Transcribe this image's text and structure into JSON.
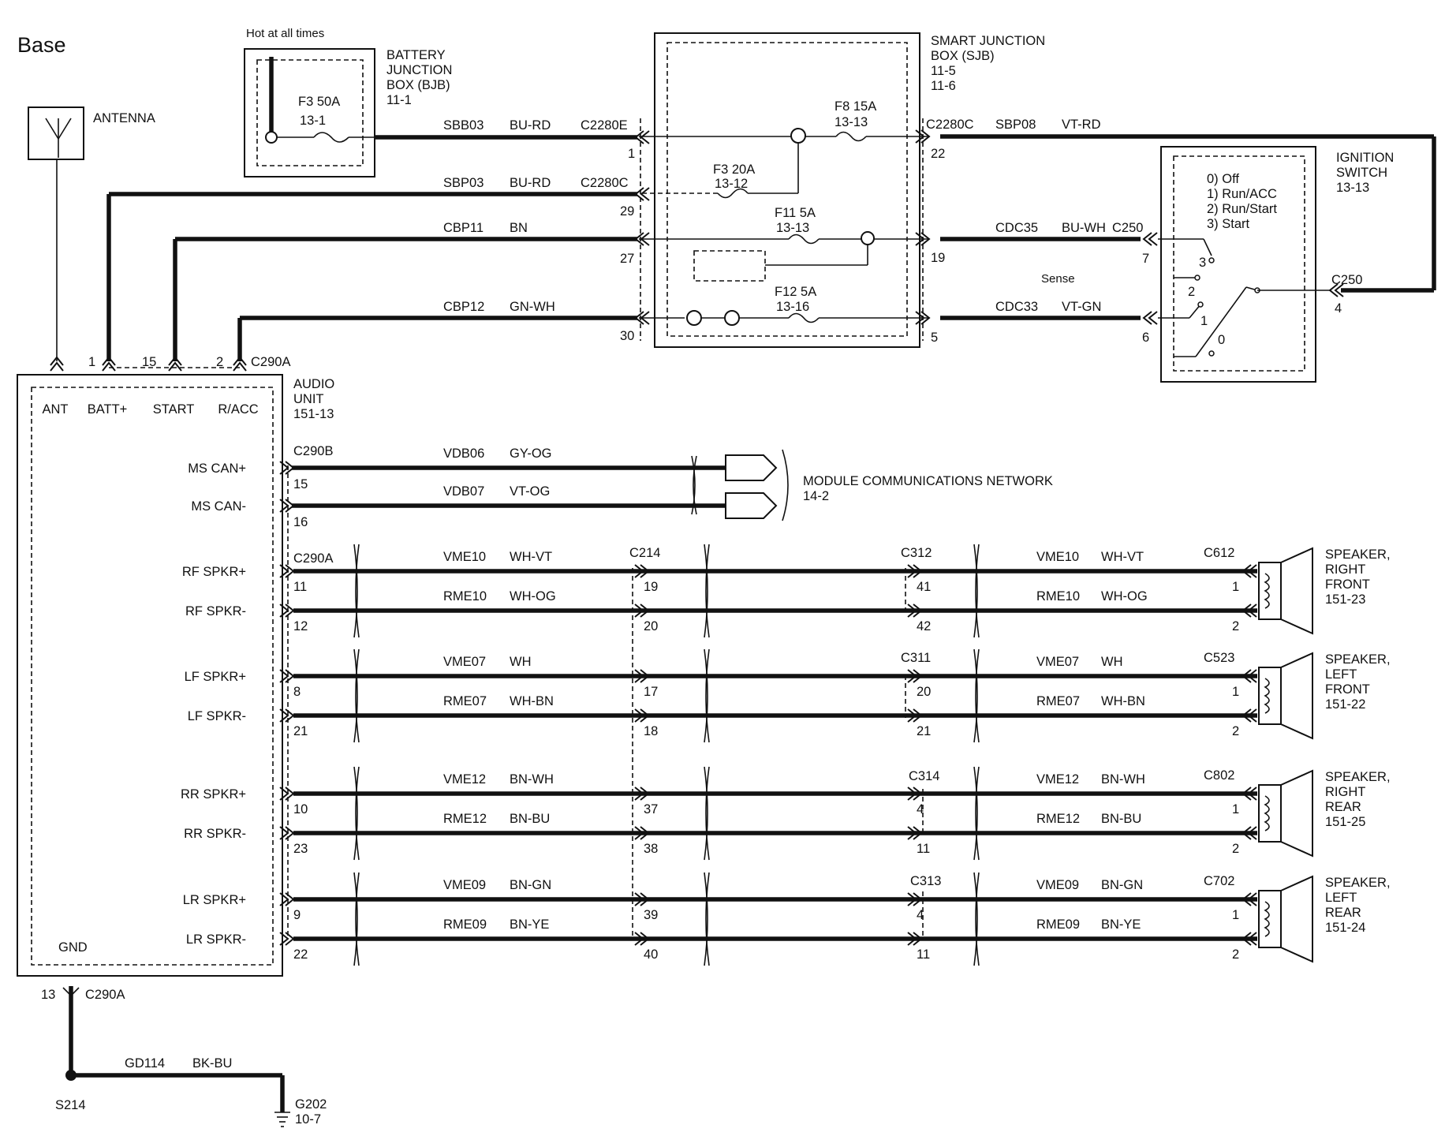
{
  "page": {
    "title": "Base"
  },
  "components": {
    "hot_label": "Hot at all times",
    "bjb": {
      "name": "BATTERY\nJUNCTION\nBOX (BJB)\n11-1",
      "fuse": "F3   50A",
      "fuse_ref": "13-1"
    },
    "sjb": {
      "name": "SMART  JUNCTION\nBOX (SJB)\n11-5\n11-6",
      "sense": "Sense",
      "fuses": [
        {
          "name": "F8  15A",
          "ref": "13-13"
        },
        {
          "name": "F3  20A",
          "ref": "13-12"
        },
        {
          "name": "F11  5A",
          "ref": "13-13"
        },
        {
          "name": "F12  5A",
          "ref": "13-16"
        }
      ]
    },
    "ignition": {
      "name": "IGNITION\nSWITCH\n13-13",
      "positions": [
        "0) Off",
        "1) Run/ACC",
        "2) Run/Start",
        "3) Start"
      ]
    },
    "antenna": {
      "name": "ANTENNA"
    },
    "audio_unit": {
      "name": "AUDIO\nUNIT\n151-13",
      "pins_top": [
        "ANT",
        "BATT+",
        "START",
        "R/ACC"
      ],
      "gnd": "GND"
    },
    "network": {
      "name": "MODULE COMMUNICATIONS NETWORK\n14-2"
    },
    "speakers": [
      {
        "name": "SPEAKER,\nRIGHT\nFRONT\n151-23",
        "connector": "C612"
      },
      {
        "name": "SPEAKER,\nLEFT\nFRONT\n151-22",
        "connector": "C523"
      },
      {
        "name": "SPEAKER,\nRIGHT\nREAR\n151-25",
        "connector": "C802"
      },
      {
        "name": "SPEAKER,\nLEFT\nREAR\n151-24",
        "connector": "C702"
      }
    ],
    "ground": {
      "splice": "S214",
      "point": "G202\n10-7"
    }
  },
  "top_circuits": [
    {
      "circuit": "SBB03",
      "color": "BU-RD",
      "connector": "C2280E",
      "pin": "1"
    },
    {
      "circuit": "SBP03",
      "color": "BU-RD",
      "connector": "C2280C",
      "pin": "29"
    },
    {
      "circuit": "CBP11",
      "color": "BN",
      "pin": "27"
    },
    {
      "circuit": "CBP12",
      "color": "GN-WH",
      "pin": "30"
    }
  ],
  "right_circuits": [
    {
      "circuit": "SBP08",
      "color": "VT-RD",
      "connector": "C2280C",
      "pin": "22",
      "far_connector": "C250",
      "far_pin": "4"
    },
    {
      "circuit": "CDC35",
      "color": "BU-WH",
      "connector": "C250",
      "pin": "19",
      "far_pin": "7"
    },
    {
      "circuit": "CDC33",
      "color": "VT-GN",
      "pin": "5",
      "far_pin": "6"
    }
  ],
  "switch_contacts": [
    "3",
    "2",
    "1",
    "0"
  ],
  "audio_top_pins": {
    "batt": "1",
    "start": "15",
    "racc": "2",
    "connector": "C290A"
  },
  "can_rows": [
    {
      "label": "MS CAN+",
      "circuit": "VDB06",
      "color": "GY-OG",
      "pin": "15"
    },
    {
      "label": "MS CAN-",
      "circuit": "VDB07",
      "color": "VT-OG",
      "pin": "16"
    }
  ],
  "can_connector": "C290B",
  "speaker_connectors": {
    "audio": "C290A",
    "mid": "C214"
  },
  "speaker_rows": [
    {
      "label": "RF SPKR+",
      "circuit": "VME10",
      "color": "WH-VT",
      "p1": "11",
      "p2": "19",
      "p3": "41",
      "p4": "1"
    },
    {
      "label": "RF SPKR-",
      "circuit": "RME10",
      "color": "WH-OG",
      "p1": "12",
      "p2": "20",
      "p3": "42",
      "p4": "2"
    },
    {
      "label": "LF SPKR+",
      "circuit": "VME07",
      "color": "WH",
      "p1": "8",
      "p2": "17",
      "p3": "20",
      "p4": "1"
    },
    {
      "label": "LF SPKR-",
      "circuit": "RME07",
      "color": "WH-BN",
      "p1": "21",
      "p2": "18",
      "p3": "21",
      "p4": "2"
    },
    {
      "label": "RR SPKR+",
      "circuit": "VME12",
      "color": "BN-WH",
      "p1": "10",
      "p2": "37",
      "p3": "4",
      "p4": "1"
    },
    {
      "label": "RR SPKR-",
      "circuit": "RME12",
      "color": "BN-BU",
      "p1": "23",
      "p2": "38",
      "p3": "11",
      "p4": "2"
    },
    {
      "label": "LR SPKR+",
      "circuit": "VME09",
      "color": "BN-GN",
      "p1": "9",
      "p2": "39",
      "p3": "4",
      "p4": "1"
    },
    {
      "label": "LR SPKR-",
      "circuit": "RME09",
      "color": "BN-YE",
      "p1": "22",
      "p2": "40",
      "p3": "11",
      "p4": "2"
    }
  ],
  "inline_connectors": [
    "C312",
    "C311",
    "C314",
    "C313"
  ],
  "ground_circuit": {
    "circuit": "GD114",
    "color": "BK-BU",
    "pin": "13",
    "connector": "C290A"
  }
}
